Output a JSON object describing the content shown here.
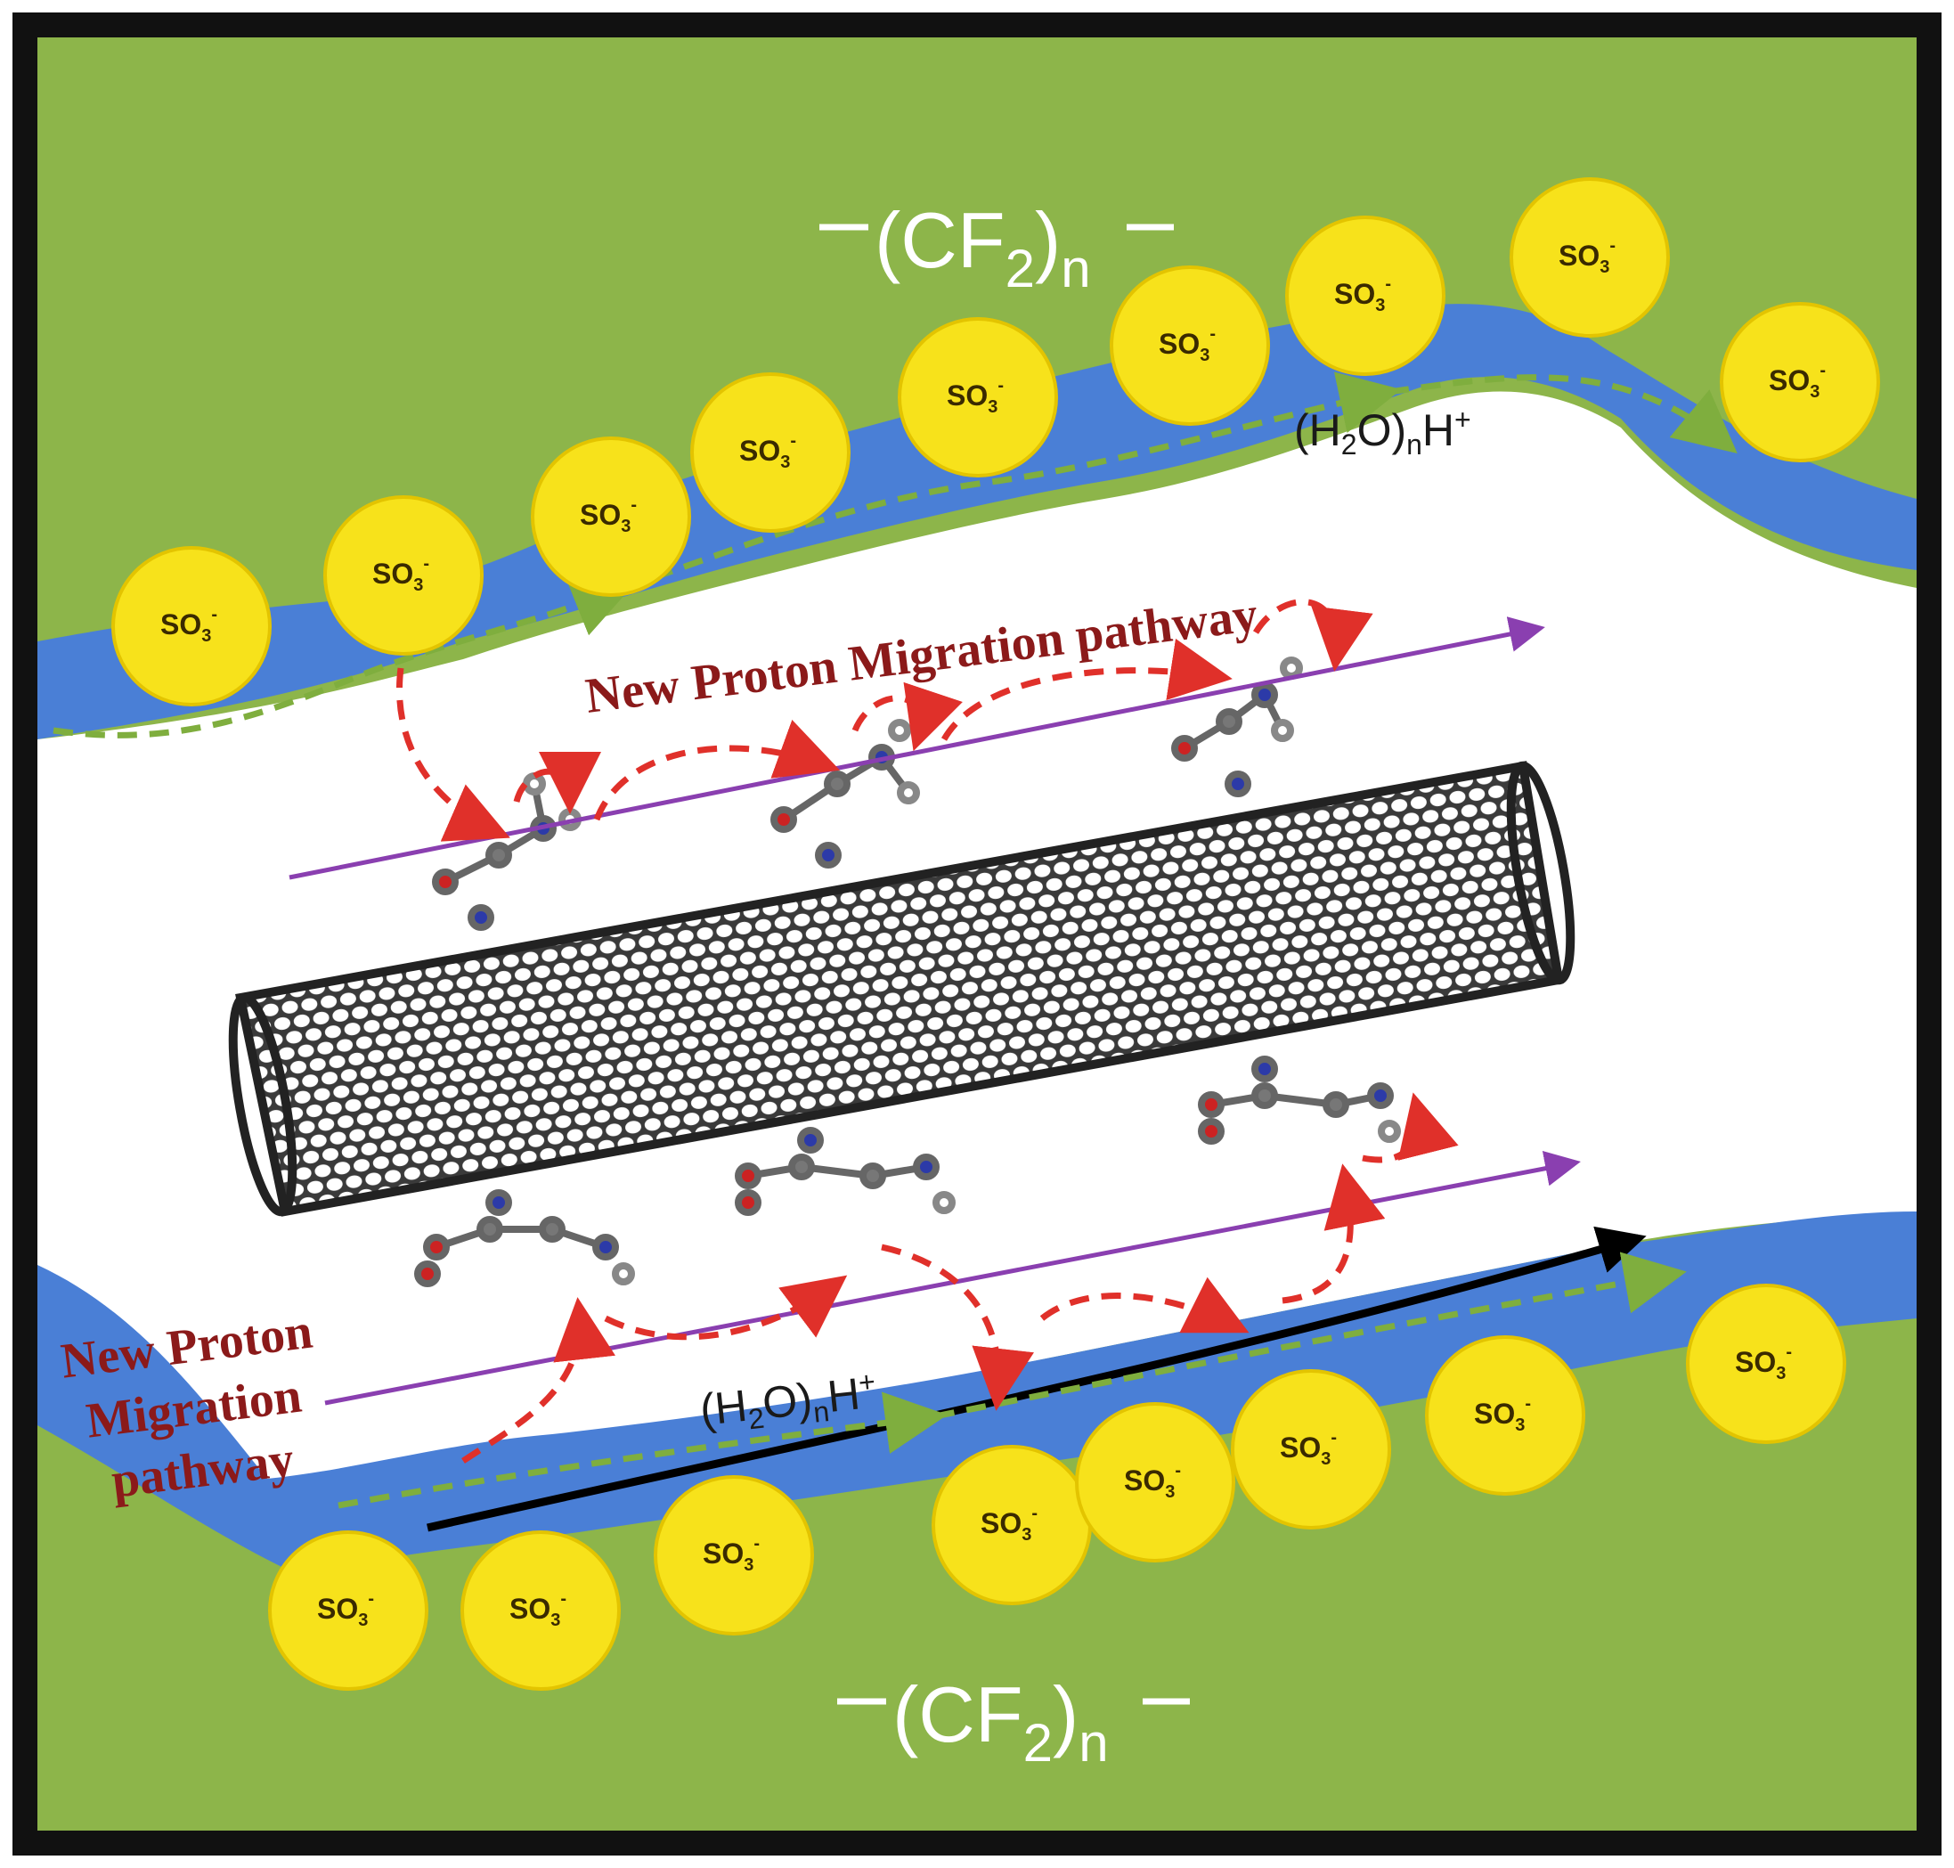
{
  "polymer_backbone_label": "(CF",
  "polymer_backbone_sub": "2",
  "polymer_backbone_n": "n",
  "ion_label": "SO",
  "ion_sub": "3",
  "ion_charge": "-",
  "hydronium_label": "(H",
  "hydronium_sub2": "2",
  "hydronium_mid": "O)",
  "hydronium_n": "n",
  "hydronium_h": "H",
  "hydronium_plus": "+",
  "upper_pathway_label": "New Proton Migration pathway",
  "lower_pathway_label_lines": [
    "New Proton",
    "Migration",
    "pathway"
  ],
  "colors": {
    "polymer": "#8db54a",
    "water_channel": "#4a7fd6",
    "ion": "#f7e21b",
    "ion_border": "#d8b800",
    "hopping_arrow": "#e0302a",
    "vehicle_arrow": "#8db54a",
    "pathway_arrow": "#8a3fb0",
    "frame": "#111111"
  }
}
